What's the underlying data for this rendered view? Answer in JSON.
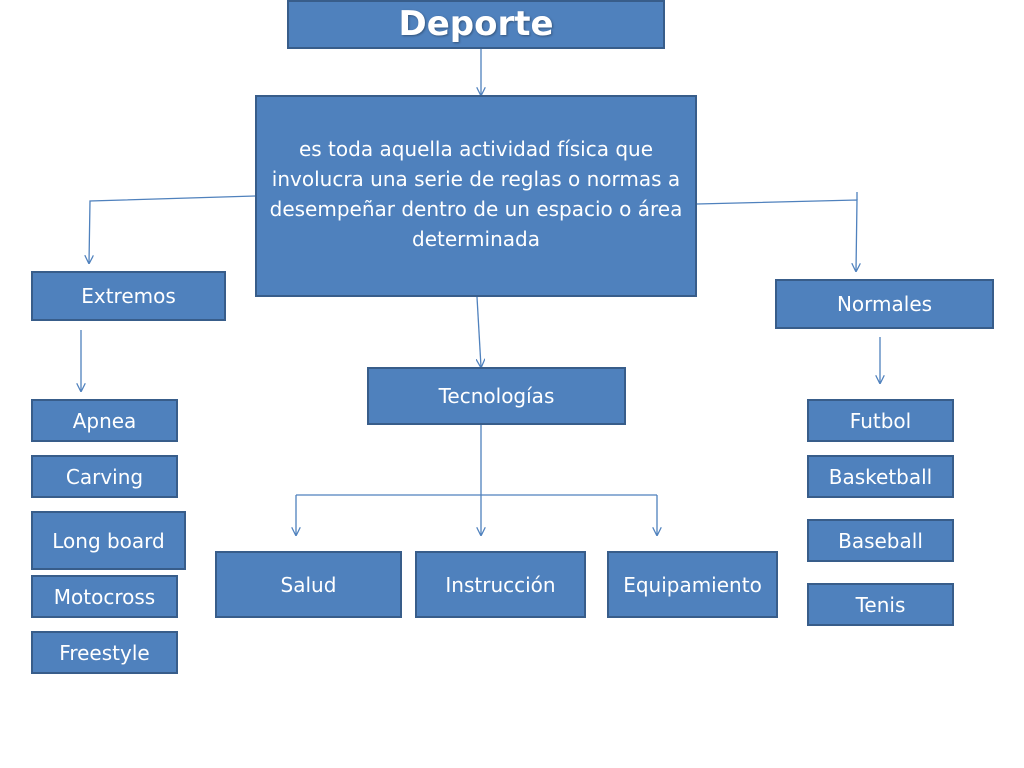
{
  "colors": {
    "box_fill": "#4f81bd",
    "box_border": "#385d8a",
    "connector": "#4f81bd",
    "text": "#ffffff",
    "background": "#ffffff"
  },
  "root": {
    "title": "Deporte",
    "definition": "es toda aquella actividad física que involucra una serie de reglas o normas a desempeñar dentro de un espacio o área determinada"
  },
  "extremos": {
    "label": "Extremos",
    "items": [
      "Apnea",
      "Carving",
      "Long board",
      "Motocross",
      "Freestyle"
    ]
  },
  "tecnologias": {
    "label": "Tecnologías",
    "items": [
      "Salud",
      "Instrucción",
      "Equipamiento"
    ]
  },
  "normales": {
    "label": "Normales",
    "items": [
      "Futbol",
      "Basketball",
      "Baseball",
      "Tenis"
    ]
  }
}
